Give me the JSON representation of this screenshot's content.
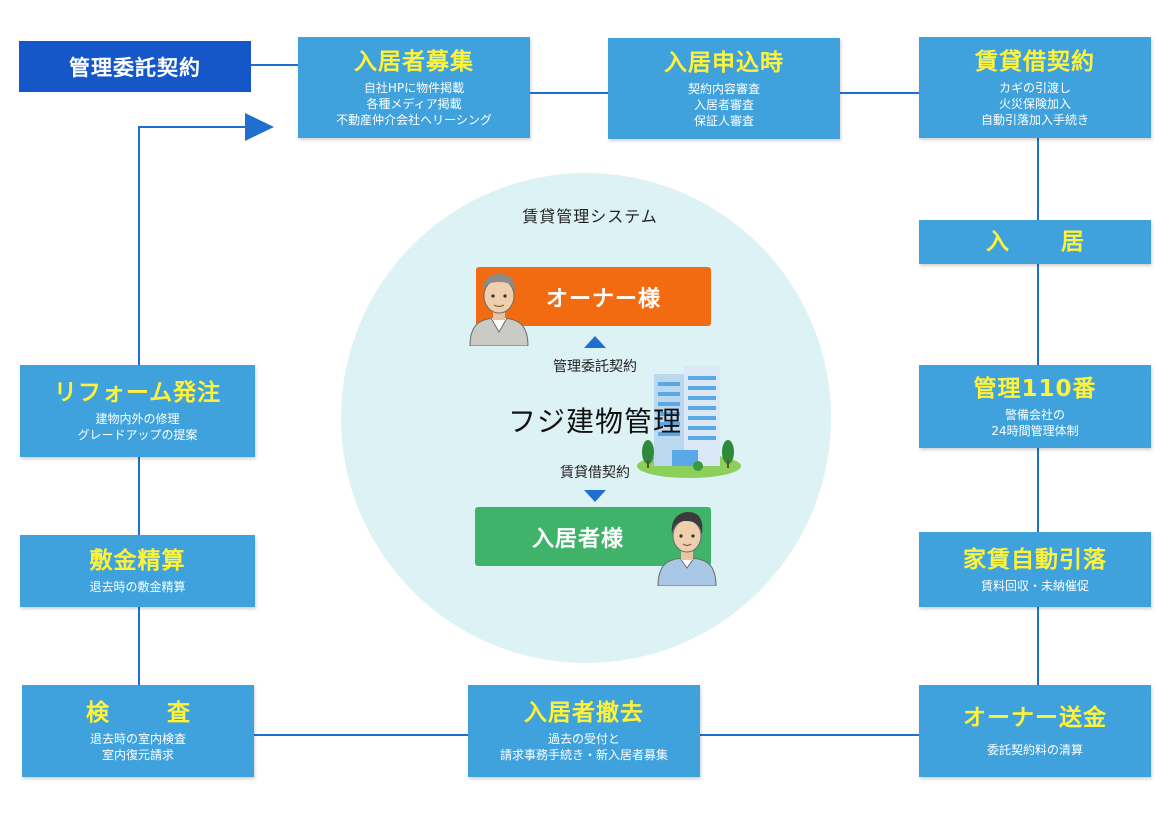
{
  "header": {
    "contract_label": "管理委託契約"
  },
  "boxes": {
    "recruit": {
      "title": "入居者募集",
      "sub": "自社HPに物件掲載\n各種メディア掲載\n不動産仲介会社へリーシング"
    },
    "apply": {
      "title": "入居申込時",
      "sub": "契約内容審査\n入居者審査\n保証人審査"
    },
    "lease": {
      "title": "賃貸借契約",
      "sub": "カギの引渡し\n火災保険加入\n自動引落加入手続き"
    },
    "movein": {
      "title": "入居"
    },
    "kanri110": {
      "title": "管理110番",
      "sub": "警備会社の\n24時間管理体制"
    },
    "debit": {
      "title": "家賃自動引落",
      "sub": "賃料回収・未納催促"
    },
    "remit": {
      "title": "オーナー送金",
      "sub": "委託契約料の清算"
    },
    "moveout": {
      "title": "入居者撤去",
      "sub": "過去の受付と\n請求事務手続き・新入居者募集"
    },
    "inspect": {
      "title": "検査",
      "sub": "退去時の室内検査\n室内復元請求"
    },
    "deposit": {
      "title": "敷金精算",
      "sub": "退去時の敷金精算"
    },
    "reform": {
      "title": "リフォーム発注",
      "sub": "建物内外の修理\nグレードアップの提案"
    }
  },
  "center": {
    "system_label": "賃貸管理システム",
    "owner_label": "オーナー様",
    "upper_contract": "管理委託契約",
    "company_name": "フジ建物管理",
    "lower_contract": "賃貸借契約",
    "tenant_label": "入居者様"
  },
  "colors": {
    "box_bg": "#3fa2dc",
    "box_title": "#fff23a",
    "contract_bg": "#1557c8",
    "owner_bg": "#f26b11",
    "tenant_bg": "#40b36a",
    "circle_bg": "#ddf2f5",
    "arrow": "#1f6fd1"
  }
}
